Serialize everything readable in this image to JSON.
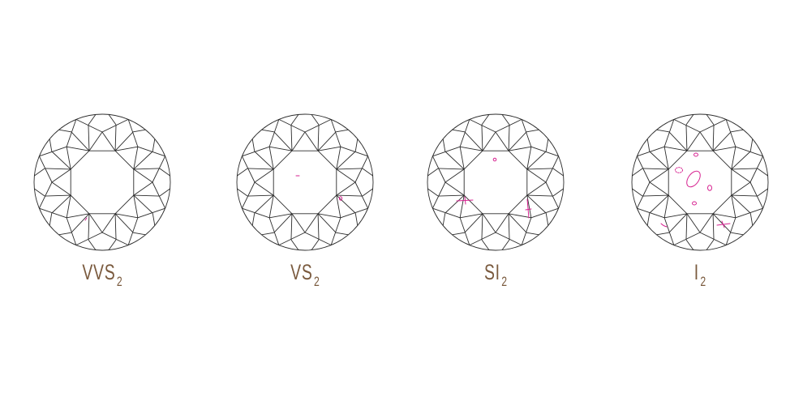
{
  "colors": {
    "label": "#7a5a3e",
    "facet_stroke": "#2b2b2b",
    "inclusion": "#d6208f",
    "background": "#ffffff"
  },
  "grades": [
    {
      "id": "vvs2",
      "base": "VVS",
      "sub": "2",
      "inclusions": [
        "tiny-feather"
      ]
    },
    {
      "id": "vs2",
      "base": "VS",
      "sub": "2",
      "inclusions": [
        "pinpoint-dash",
        "small-crystal"
      ]
    },
    {
      "id": "si2",
      "base": "SI",
      "sub": "2",
      "inclusions": [
        "small-crystal",
        "feather-cross",
        "feather-line"
      ]
    },
    {
      "id": "i2",
      "base": "I",
      "sub": "2",
      "inclusions": [
        "large-crystal",
        "crystal-cluster",
        "cloud",
        "feathers"
      ]
    }
  ]
}
